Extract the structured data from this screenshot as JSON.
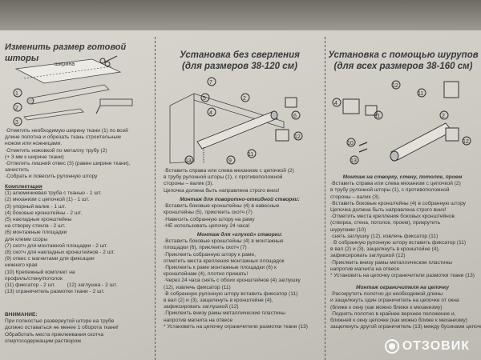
{
  "col1": {
    "title": "Изменить размер готовой шторы",
    "steps": [
      "·Отметить необходимую ширину ткани (1) по всей",
      " длине полотна и обрезать ткань  строительным",
      " ножом или ножницами.",
      "·Отметить ножовкой по металлу трубу (2)",
      " (+ 3 мм к ширине ткани)",
      "·Отпилить лишний отвес (3) (равен ширине ткани),",
      " зачистить",
      "·Собрать и повесить рулонную штору"
    ],
    "kit_title": "Комплектация",
    "kit": [
      "(1) алюминиевая труба с тканью - 1 шт.",
      "(2) механизм с цепочкой (1) - 1 шт.",
      "(3) упорный валик - 1 шт.",
      "(4) боковые кронштейны - 2 шт.",
      "(5) накладные кронштейны",
      "на створку стекла - 2 шт.",
      "(6) монтажные площадки",
      "для клемм ссоры",
      "(7) скотч для монтажной площадки - 2 шт.",
      "(8) скотч для накладных кронштейнов - 2 шт.",
      "(9) отвес с магнитами для фиксации",
      "нижнего края",
      "(10) Крепежный комплект на",
      "профиль/стену/потолок",
      "(11) фиксатор - 2 шт.",
      "(12) заглушка - 2 шт.",
      "(13) ограничитель размотки ткани - 2 шт."
    ],
    "warn_title": "ВНИМАНИЕ:",
    "warn": [
      "При полностью развернутой шторе на трубе",
      "должно оставаться не менее 1 оборота ткани!",
      "Обработать места приклеивания скотча",
      "спиртосодержащим раствором"
    ],
    "fig_label_dim": "ширина",
    "fig_nums": [
      "1",
      "2",
      "3"
    ]
  },
  "col2": {
    "title_line1": "Установка без сверления",
    "title_line2": "(для размеров 38-120 см)",
    "steps": [
      "·Вставить справа или слева механизм с цепочкой (2)",
      " в трубу рулонной шторы (1), с противоположной",
      " стороны – валик (3).",
      "Цепочка должна быть направлена строго вниз!"
    ],
    "sec1_title": "Монтаж для поворотно-откидной створки:",
    "sec1": [
      "·Вставить боковые кронштейны (4) в  навесные",
      " кронштейны (5), приклеить скотч (7)",
      "·Навесить собранную штору на раму",
      "·НЕ использовать цепочку 24 часа!"
    ],
    "sec2_title": "Монтаж для «глухой» створки:",
    "sec2": [
      "·Вставить боковые кронштейны (4) в монтажные",
      " площадки (6), приклеить скотч (7)",
      "·Приклеить собранную штору к раме,",
      " отметить места крепления монтажных площадок",
      "·Приклеить к раме монтажные площадки (6) к",
      " кронштейнам (4), плотно прижать!",
      "·Через 24 часа снять с обоих кронштейнов (4) заглушку",
      " (12), извлечь фиксатор (11)",
      "·В собранную рулонную штору вставить фиксатор (11)",
      " в вал (2) и (3), защелкнуть в кронштейне (4),",
      " зафиксировать заглушкой (12)",
      "·Приклеить внизу рамы металлические пластины",
      " напротив магнита на отвесе",
      "* Установить на цепочку ограничители размотки ткани (13)"
    ],
    "fig_nums": [
      "7",
      "5",
      "4",
      "2",
      "6",
      "12",
      "11",
      "9",
      "13"
    ]
  },
  "col3": {
    "title_line1": "Установка с помощью шурупов",
    "title_line2": "(для всех размеров 38-160 см)",
    "sec1_title": "Монтаж на створку, стену, потолок, проем",
    "sec1": [
      "·Вставить справа или слева механизм с цепочкой (2)",
      " в трубу рулонной шторы (1), с противоположной",
      " стороны – валик (3).",
      "·Вставить боковые кронштейны (4) в собранную штору",
      " Цепочка должна быть направлена строго вниз!",
      "·Отметить места крепления боковых кронштейнов",
      " (створка, стена, потолок, проем), прикрутить",
      " шурупами (10)",
      "·снять заглушку (12), извлечь фиксатор (11)",
      "· В собранную рулонную штору вставить фиксатор (11)",
      " в вал (2) и (3), защелкнуть в кронштейне (4),",
      " зафиксировать заглушкой (12)",
      "·Приклеить внизу рамы металлические пластины",
      " напротив магнита на отвесе",
      "* Установить на цепочку ограничители размотки ткани (13)"
    ],
    "sec2_title": "Монтаж ограничителя на цепочку",
    "sec2": [
      "·Расокрутить полотно до необходимой длины",
      " и защелкнуть один ограничитель на цепочке от окна",
      " (ближе к окну (как можно ближе к механизму)",
      "·Поднять полотно в крайнее верхнее положение и,",
      " ближней к окну цепочке (как можно ближе к механизму)",
      " защелкнуть другой ограничитель (13) между бусинами цепочки"
    ],
    "fig_nums": [
      "4",
      "12",
      "11",
      "2",
      "11",
      "10",
      "13",
      "12"
    ]
  },
  "watermark": "ОТЗОВИК"
}
